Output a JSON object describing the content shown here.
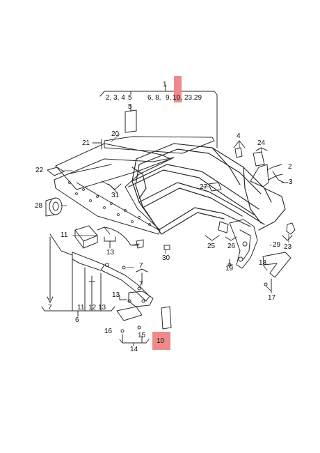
{
  "diagram": {
    "colors": {
      "line": "#2a2a2a",
      "highlight": "#f08a8a",
      "part_fill": "#ffffff"
    },
    "callouts": {
      "c1": "1",
      "c1_row1": "2, 3, 4",
      "c1_row1_b": "5",
      "c1_row2_a": "6, 8,",
      "c1_row2_b": "9,",
      "c1_row2_c": "10,",
      "c1_row2_d": "23,29",
      "c2": "2",
      "c3": "3",
      "c4": "4",
      "c5": "5",
      "c6": "6",
      "c7a": "7",
      "c7b": "7",
      "c7c": "7",
      "c10": "10",
      "c11a": "11",
      "c11b": "11",
      "c12": "12",
      "c13a": "13",
      "c13b": "13",
      "c13c": "13",
      "c14": "14",
      "c15": "15",
      "c16": "16",
      "c17": "17",
      "c18": "18",
      "c19": "19",
      "c20": "20",
      "c21": "21",
      "c22": "22",
      "c23": "23",
      "c24": "24",
      "c25": "25",
      "c26": "26",
      "c27": "27",
      "c28": "28",
      "c29": "29",
      "c30": "30",
      "c31": "31"
    }
  }
}
